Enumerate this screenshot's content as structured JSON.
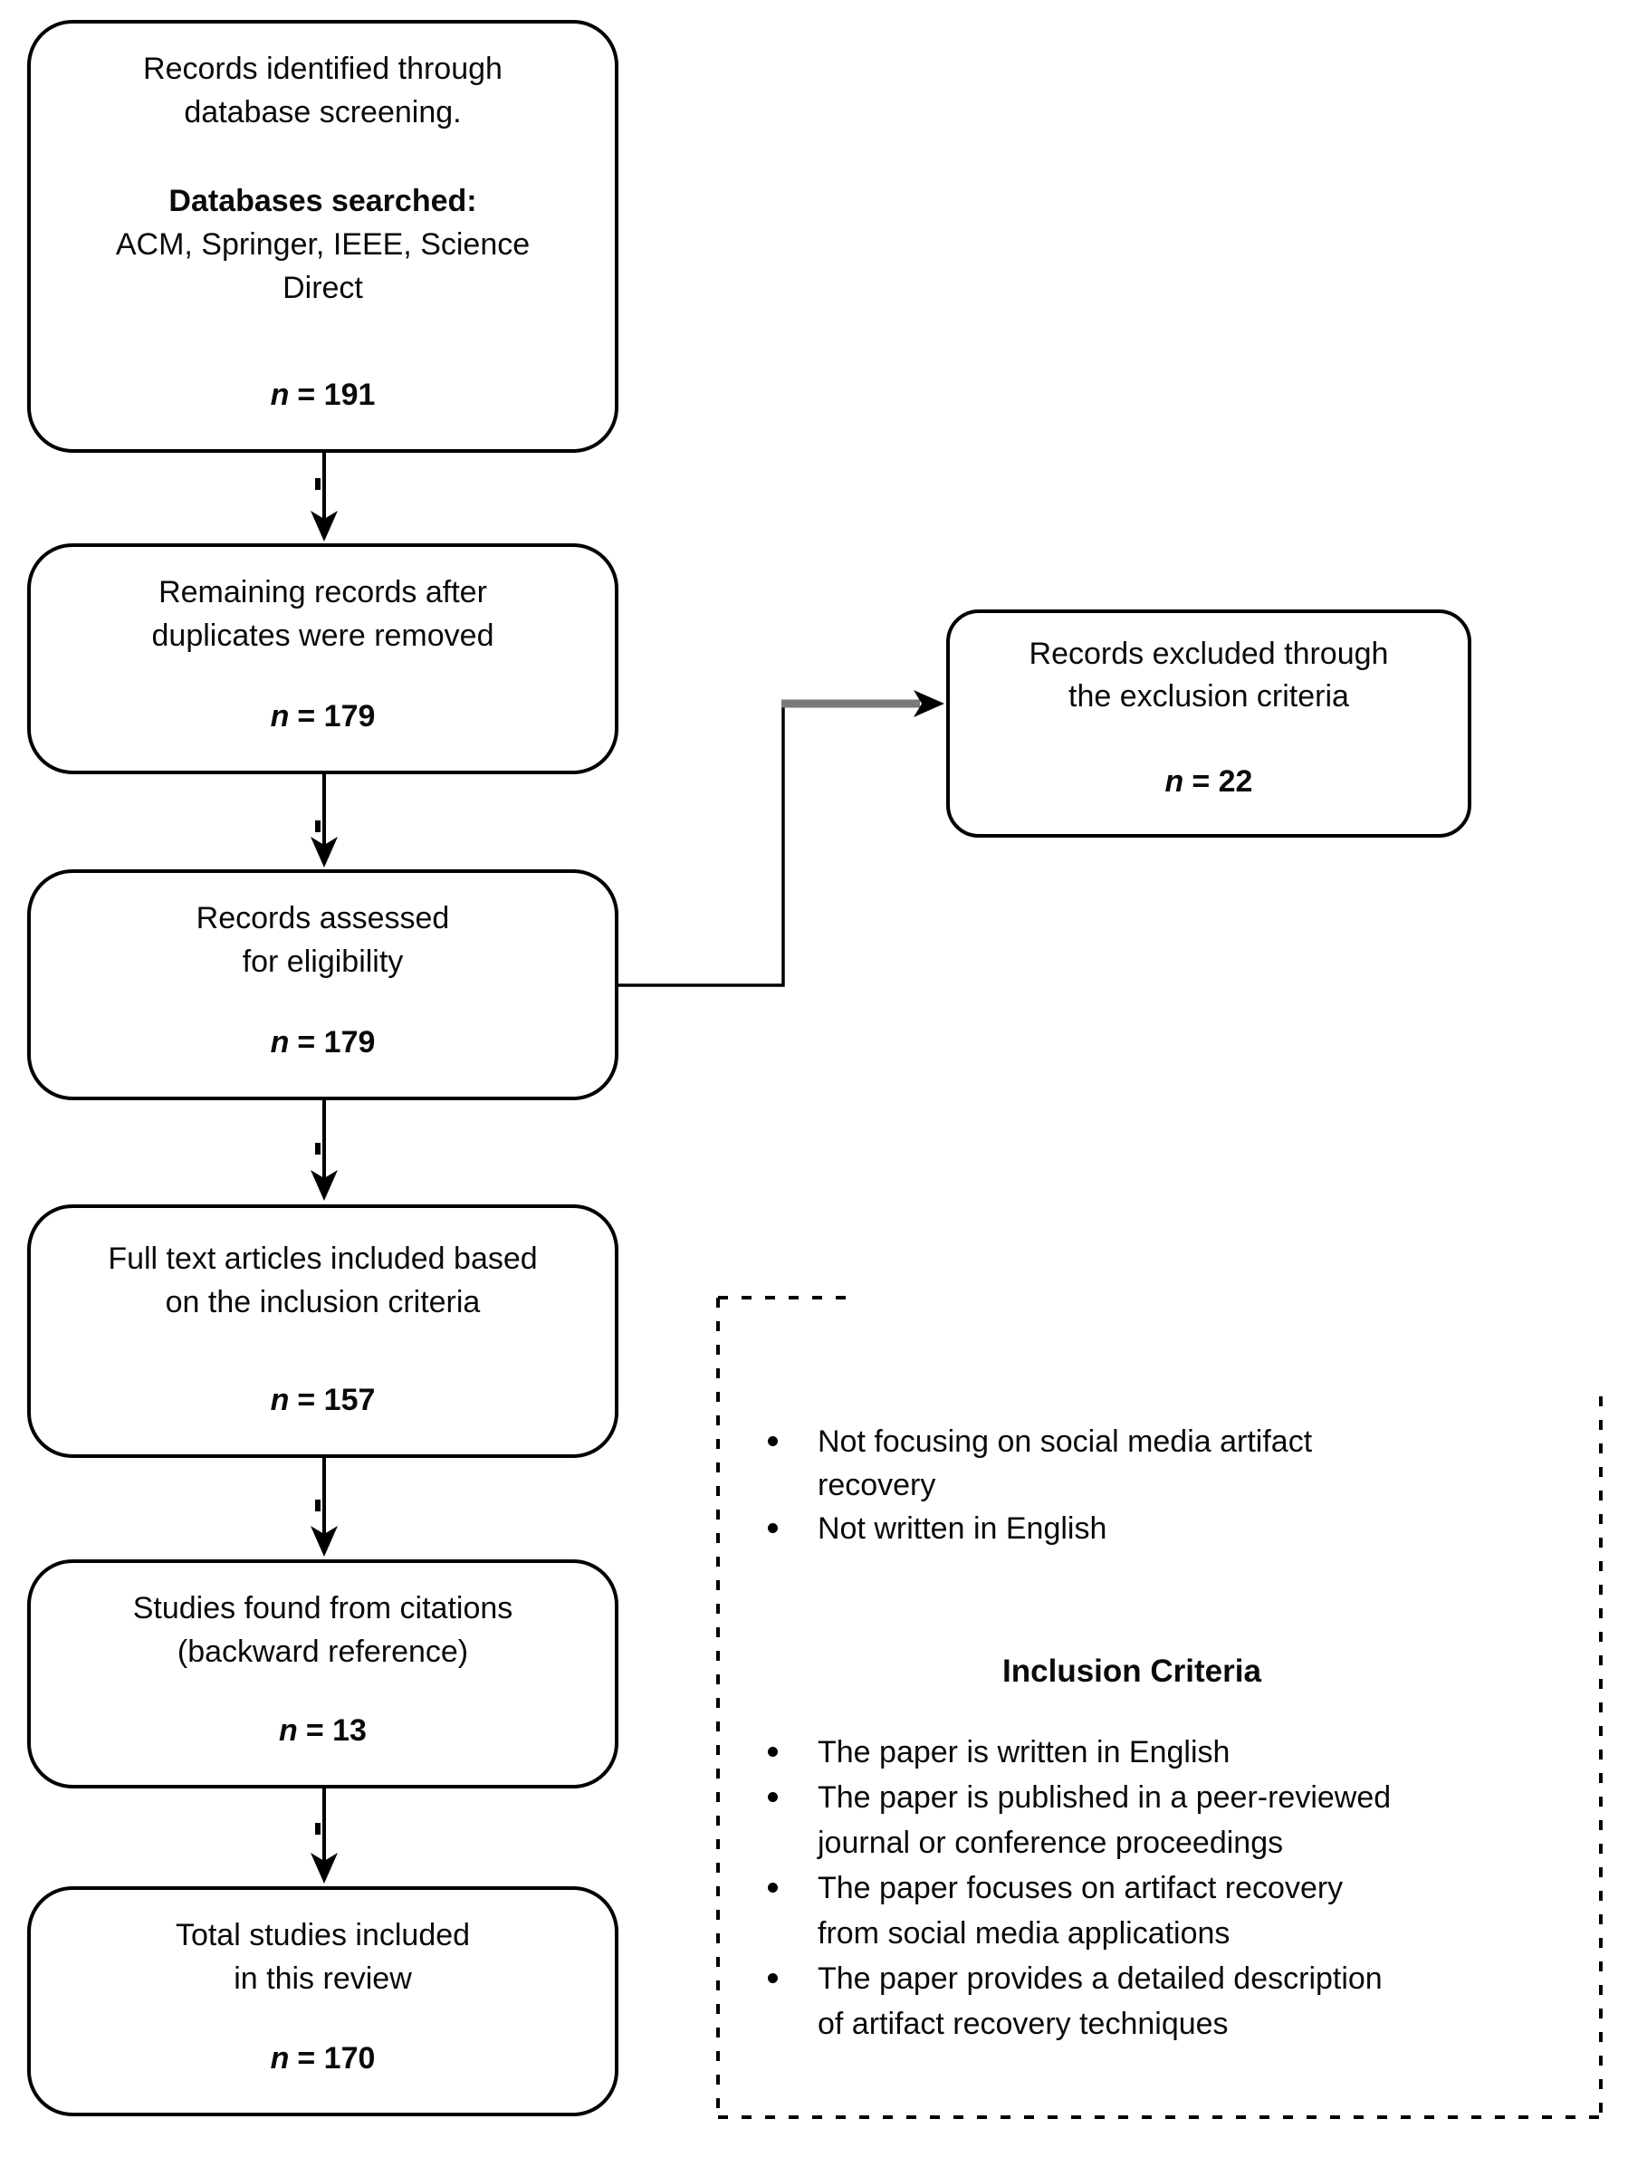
{
  "diagram": {
    "flow_boxes": [
      {
        "id": "records-identified",
        "title_lines": [
          "Records identified through",
          "database screening."
        ],
        "subtitle_bold": "Databases searched:",
        "subtitle_lines": [
          "ACM, Springer, IEEE, Science",
          "Direct"
        ],
        "n_symbol": "n",
        "n_value": "= 191"
      },
      {
        "id": "duplicates-removed",
        "title_lines": [
          "Remaining records after",
          "duplicates were removed"
        ],
        "n_symbol": "n",
        "n_value": "= 179"
      },
      {
        "id": "assessed-eligibility",
        "title_lines": [
          "Records assessed",
          "for eligibility"
        ],
        "n_symbol": "n",
        "n_value": "= 179"
      },
      {
        "id": "full-text-included",
        "title_lines": [
          "Full text articles included based",
          "on the inclusion criteria"
        ],
        "n_symbol": "n",
        "n_value": "= 157"
      },
      {
        "id": "citation-studies",
        "title_lines": [
          "Studies found from citations",
          "(backward reference)"
        ],
        "n_symbol": "n",
        "n_value": "= 13"
      },
      {
        "id": "total-included",
        "title_lines": [
          "Total studies included",
          "in this review"
        ],
        "n_symbol": "n",
        "n_value": "= 170"
      }
    ],
    "excluded_box": {
      "title_lines": [
        "Records excluded through",
        "the exclusion criteria"
      ],
      "n_symbol": "n",
      "n_value": "= 22"
    },
    "criteria_panel": {
      "exclusion_items": [
        [
          "Not focusing on social media artifact",
          "recovery"
        ],
        [
          "Not written in English"
        ]
      ],
      "heading": "Inclusion Criteria",
      "inclusion_items": [
        [
          "The paper is written in English"
        ],
        [
          "The paper is published in a peer-reviewed",
          "journal or conference proceedings"
        ],
        [
          "The paper focuses on artifact recovery",
          "from social media applications"
        ],
        [
          "The paper provides a detailed description",
          "of artifact recovery techniques"
        ]
      ]
    },
    "colors": {
      "line": "#000000",
      "connector_gray": "#7a7a7a",
      "background": "#ffffff"
    }
  }
}
